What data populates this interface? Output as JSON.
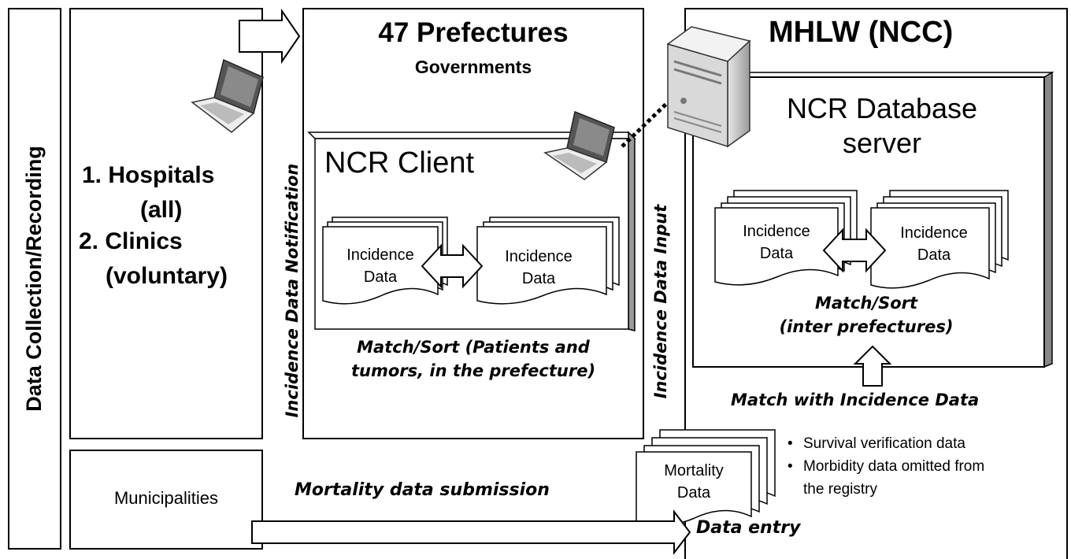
{
  "side_label": "Data Collection/Recording",
  "providers": {
    "item1_prefix": "1.",
    "item1_name": "Hospitals",
    "item1_note": "(all)",
    "item2_prefix": "2.",
    "item2_name": "Clinics",
    "item2_note": "(voluntary)"
  },
  "municipalities": "Municipalities",
  "notification_label": "Incidence Data Notification",
  "input_label": "Incidence Data Input",
  "prefectures": {
    "title": "47 Prefectures",
    "subtitle": "Governments",
    "client_title": "NCR Client",
    "doc_left_line1": "Incidence",
    "doc_left_line2": "Data",
    "doc_right_line1": "Incidence",
    "doc_right_line2": "Data",
    "match_line1": "Match/Sort (Patients and",
    "match_line2": "tumors, in the prefecture)"
  },
  "mhlw": {
    "title": "MHLW (NCC)",
    "server_line1": "NCR Database",
    "server_line2": "server",
    "doc_left_line1": "Incidence",
    "doc_left_line2": "Data",
    "doc_right_line1": "Incidence",
    "doc_right_line2": "Data",
    "match_line1": "Match/Sort",
    "match_line2": "(inter prefectures)",
    "match_incidence": "Match with Incidence Data"
  },
  "mortality": {
    "doc_line1": "Mortality",
    "doc_line2": "Data",
    "bullet1": "Survival verification data",
    "bullet2_line1": "Morbidity data omitted from",
    "bullet2_line2": "the registry",
    "submission": "Mortality data submission",
    "data_entry": "Data entry"
  },
  "icons": [
    "laptop-icon",
    "server-tower-icon",
    "document-stack-icon",
    "double-arrow-icon",
    "block-arrow-icon"
  ]
}
